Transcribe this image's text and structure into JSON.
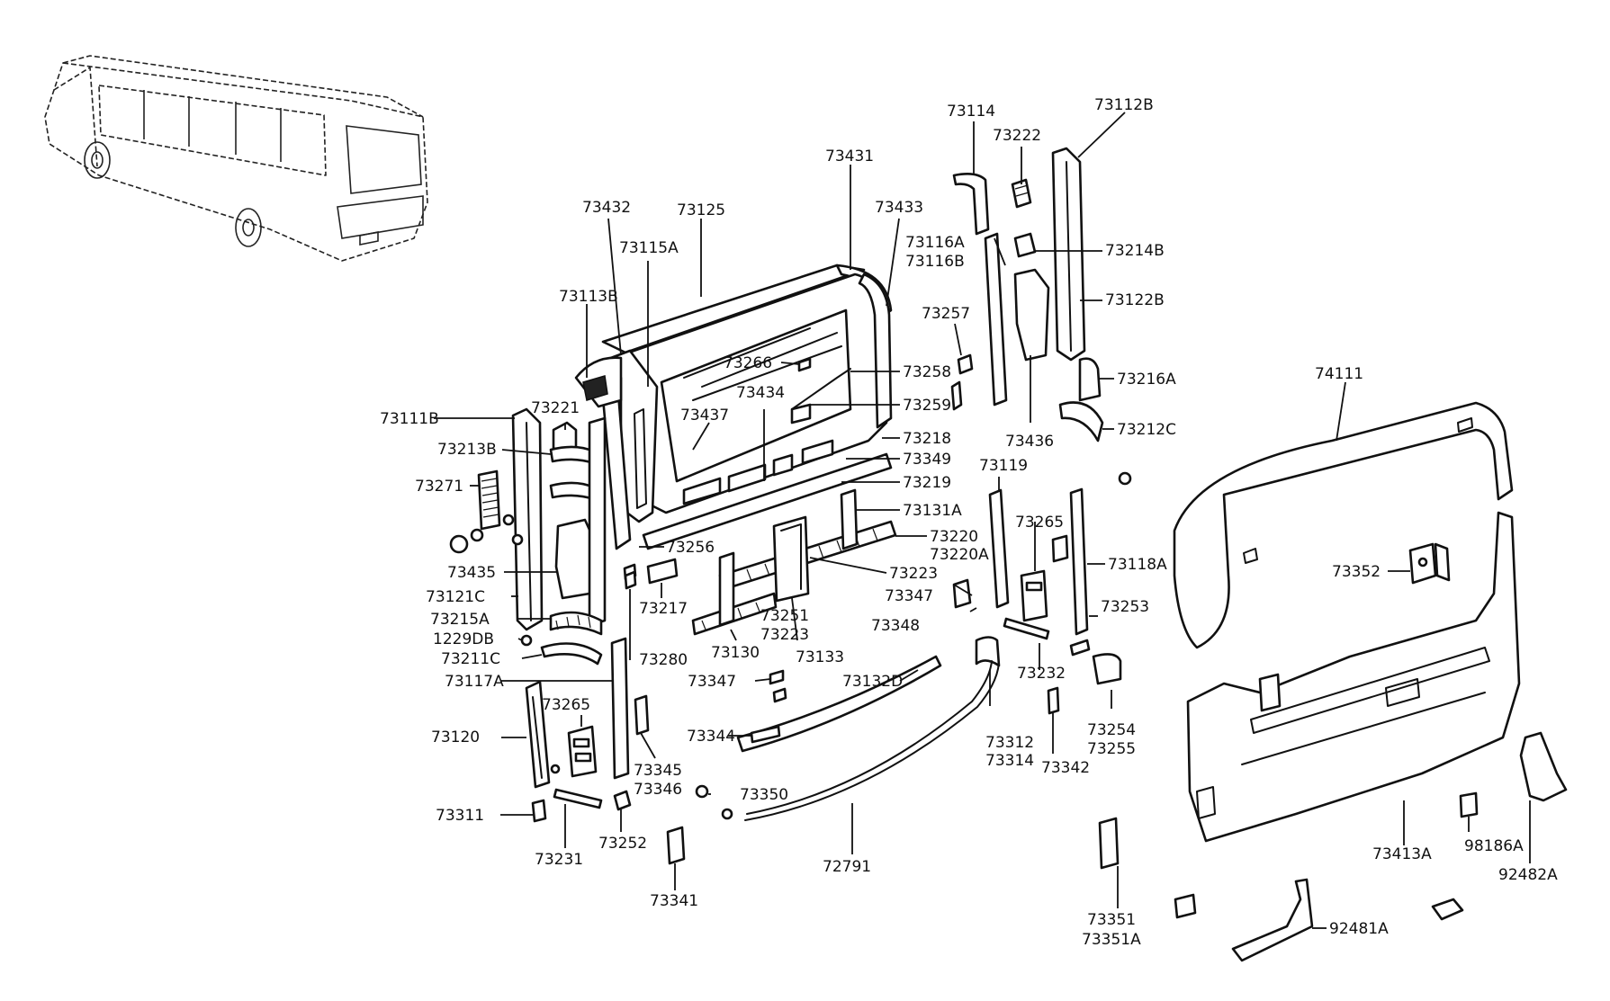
{
  "labels": [
    {
      "id": "p73431",
      "text": "73431"
    },
    {
      "id": "p73432",
      "text": "73432"
    },
    {
      "id": "p73125",
      "text": "73125"
    },
    {
      "id": "p73433",
      "text": "73433"
    },
    {
      "id": "p73115A",
      "text": "73115A"
    },
    {
      "id": "p73113B",
      "text": "73113B"
    },
    {
      "id": "p73114",
      "text": "73114"
    },
    {
      "id": "p73222",
      "text": "73222"
    },
    {
      "id": "p73112B",
      "text": "73112B"
    },
    {
      "id": "p73116A",
      "text": "73116A"
    },
    {
      "id": "p73116B",
      "text": "73116B"
    },
    {
      "id": "p73214B",
      "text": "73214B"
    },
    {
      "id": "p73122B",
      "text": "73122B"
    },
    {
      "id": "p73257",
      "text": "73257"
    },
    {
      "id": "p73266",
      "text": "73266"
    },
    {
      "id": "p73258",
      "text": "73258"
    },
    {
      "id": "p73216A",
      "text": "73216A"
    },
    {
      "id": "p73434",
      "text": "73434"
    },
    {
      "id": "p73259",
      "text": "73259"
    },
    {
      "id": "p73221",
      "text": "73221"
    },
    {
      "id": "p73111B",
      "text": "73111B"
    },
    {
      "id": "p73437",
      "text": "73437"
    },
    {
      "id": "p73212C",
      "text": "73212C"
    },
    {
      "id": "p73218",
      "text": "73218"
    },
    {
      "id": "p73436",
      "text": "73436"
    },
    {
      "id": "p73213B",
      "text": "73213B"
    },
    {
      "id": "p73349",
      "text": "73349"
    },
    {
      "id": "p73219",
      "text": "73219"
    },
    {
      "id": "p73119",
      "text": "73119"
    },
    {
      "id": "p73271",
      "text": "73271"
    },
    {
      "id": "p73131A",
      "text": "73131A"
    },
    {
      "id": "p73265a",
      "text": "73265"
    },
    {
      "id": "p73220",
      "text": "73220"
    },
    {
      "id": "p73220A",
      "text": "73220A"
    },
    {
      "id": "p73256",
      "text": "73256"
    },
    {
      "id": "p73118A",
      "text": "73118A"
    },
    {
      "id": "p73435",
      "text": "73435"
    },
    {
      "id": "p73223a",
      "text": "73223"
    },
    {
      "id": "p73121C",
      "text": "73121C"
    },
    {
      "id": "p73217",
      "text": "73217"
    },
    {
      "id": "p73347a",
      "text": "73347"
    },
    {
      "id": "p73253",
      "text": "73253"
    },
    {
      "id": "p73215A",
      "text": "73215A"
    },
    {
      "id": "p73251",
      "text": "73251"
    },
    {
      "id": "p73223b",
      "text": "73223"
    },
    {
      "id": "p73348",
      "text": "73348"
    },
    {
      "id": "p1229DB",
      "text": "1229DB"
    },
    {
      "id": "p73211C",
      "text": "73211C"
    },
    {
      "id": "p73280",
      "text": "73280"
    },
    {
      "id": "p73130",
      "text": "73130"
    },
    {
      "id": "p73133",
      "text": "73133"
    },
    {
      "id": "p73232",
      "text": "73232"
    },
    {
      "id": "p73117A",
      "text": "73117A"
    },
    {
      "id": "p73347b",
      "text": "73347"
    },
    {
      "id": "p73132D",
      "text": "73132D"
    },
    {
      "id": "p73265b",
      "text": "73265"
    },
    {
      "id": "p73254",
      "text": "73254"
    },
    {
      "id": "p73255",
      "text": "73255"
    },
    {
      "id": "p73312",
      "text": "73312"
    },
    {
      "id": "p73314",
      "text": "73314"
    },
    {
      "id": "p73342",
      "text": "73342"
    },
    {
      "id": "p73344",
      "text": "73344"
    },
    {
      "id": "p73120",
      "text": "73120"
    },
    {
      "id": "p73345",
      "text": "73345"
    },
    {
      "id": "p73346",
      "text": "73346"
    },
    {
      "id": "p73350",
      "text": "73350"
    },
    {
      "id": "p73311",
      "text": "73311"
    },
    {
      "id": "p73231",
      "text": "73231"
    },
    {
      "id": "p73252",
      "text": "73252"
    },
    {
      "id": "p72791",
      "text": "72791"
    },
    {
      "id": "p73341",
      "text": "73341"
    },
    {
      "id": "p74111",
      "text": "74111"
    },
    {
      "id": "p73352",
      "text": "73352"
    },
    {
      "id": "p73413A",
      "text": "73413A"
    },
    {
      "id": "p98186A",
      "text": "98186A"
    },
    {
      "id": "p92482A",
      "text": "92482A"
    },
    {
      "id": "p73351",
      "text": "73351"
    },
    {
      "id": "p73351A",
      "text": "73351A"
    },
    {
      "id": "p92481A",
      "text": "92481A"
    }
  ]
}
